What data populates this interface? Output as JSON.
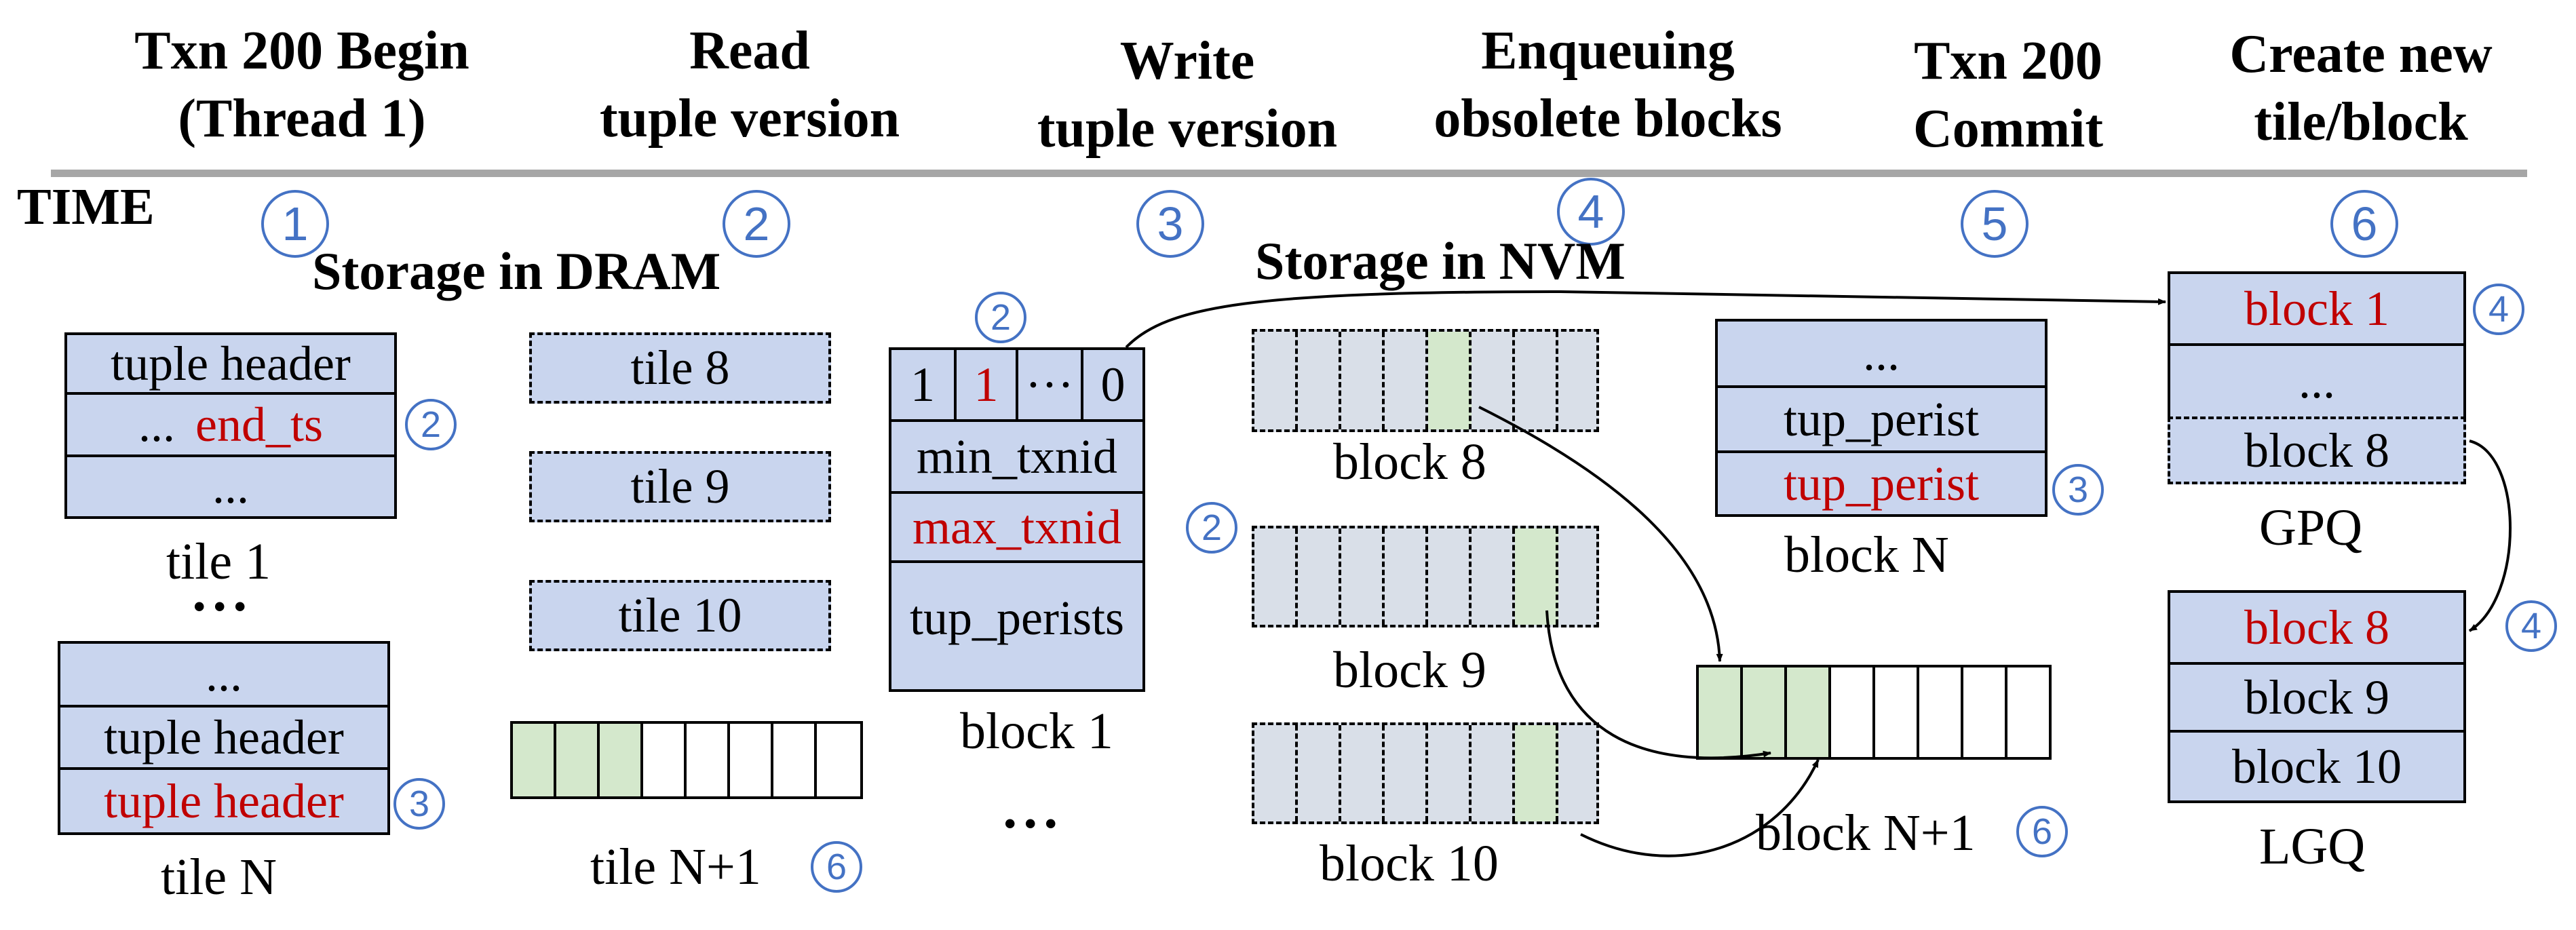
{
  "headers": {
    "begin": "Txn 200 Begin\n(Thread 1)",
    "read": "Read\ntuple version",
    "write": "Write\ntuple version",
    "enqueue": "Enqueuing\nobsolete blocks",
    "commit": "Txn 200\nCommit",
    "create": "Create new\ntile/block"
  },
  "time_label": "TIME",
  "steps": [
    "1",
    "2",
    "3",
    "4",
    "5",
    "6"
  ],
  "section_titles": {
    "dram": "Storage in DRAM",
    "nvm": "Storage in NVM"
  },
  "tile1": {
    "rows": [
      "tuple header",
      "...",
      "end_ts",
      "..."
    ],
    "label": "tile 1",
    "marker": "2"
  },
  "ellipsis": "• • •",
  "ellipsis2": "• • •",
  "tileN": {
    "rows": [
      "...",
      "tuple header",
      "tuple header"
    ],
    "label": "tile N",
    "marker": "3"
  },
  "dram_tiles": [
    "tile 8",
    "tile 9",
    "tile 10"
  ],
  "tileN1": {
    "label": "tile N+1",
    "marker": "6"
  },
  "block1": {
    "bitmap": [
      "1",
      "1",
      "···",
      "0"
    ],
    "rows": [
      "min_txnid",
      "max_txnid",
      "tup_perists"
    ],
    "label": "block 1",
    "marker_top": "2",
    "marker_max": "2"
  },
  "nvm_blocks": [
    "block 8",
    "block 9",
    "block 10"
  ],
  "blockN": {
    "rows": [
      "...",
      "tup_perist",
      "tup_perist"
    ],
    "label": "block N",
    "marker": "3"
  },
  "blockN1": {
    "label": "block N+1",
    "marker": "6"
  },
  "gpq": {
    "rows": [
      "block 1",
      "...",
      "block 8"
    ],
    "label": "GPQ",
    "marker_top": "4"
  },
  "lgq": {
    "rows": [
      "block 8",
      "block 9",
      "block 10"
    ],
    "label": "LGQ",
    "marker": "4"
  },
  "colors": {
    "cell_fill": "#c9d5ee",
    "nvm_slot_fill": "#d9dfe8",
    "green_fill": "#d4e8cc",
    "highlight_red": "#c00000",
    "step_blue": "#4472c4",
    "timeline_gray": "#a6a6a6"
  }
}
